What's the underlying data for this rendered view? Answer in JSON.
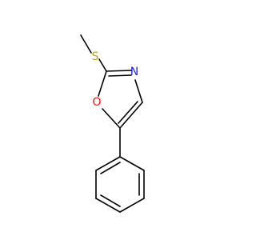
{
  "molecule": {
    "atoms": {
      "sulfur": {
        "symbol": "S",
        "color": "#b8a800"
      },
      "nitrogen": {
        "symbol": "N",
        "color": "#2020ff"
      },
      "oxygen": {
        "symbol": "O",
        "color": "#ff0d0d"
      }
    },
    "bond_color": "#000000"
  }
}
